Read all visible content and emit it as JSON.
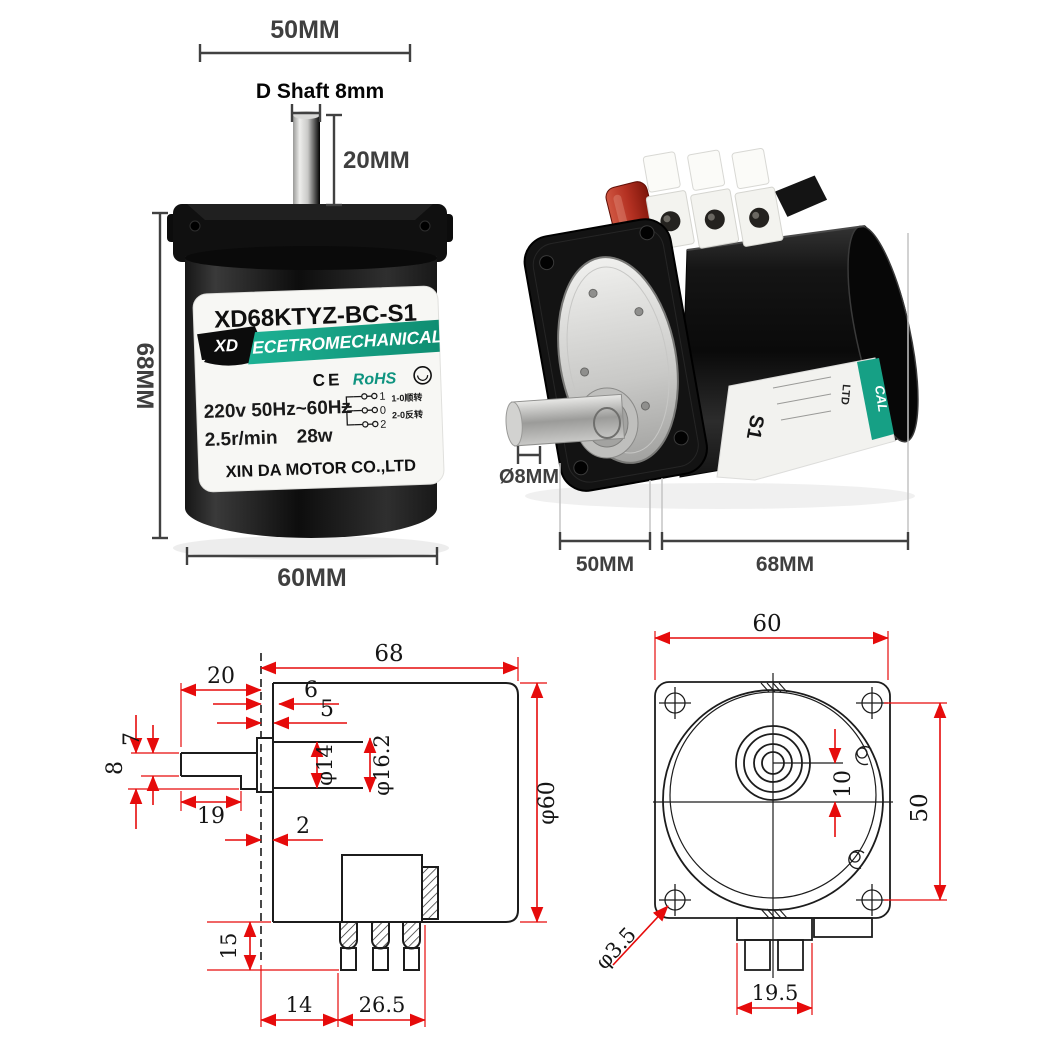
{
  "colors": {
    "dim_red": "#e60b0b",
    "drawing_line": "#1c1c1c",
    "photo_dim_gray": "#3f3f3f",
    "brand_teal": "#16a085",
    "label_bg": "#f7f7f4",
    "capacitor_red": "#b43122"
  },
  "front_view_photo": {
    "dim_top_width": "50MM",
    "shaft_note": "D Shaft 8mm",
    "dim_shaft_length": "20MM",
    "dim_body_height": "68MM",
    "dim_body_width": "60MM",
    "label": {
      "model": "XD68KTYZ-BC-S1",
      "logo": "XD",
      "banner": "ECETROMECHANICAL",
      "ce_mark": "CE",
      "rohs_mark": "RoHS",
      "spec_voltage": "220v 50Hz~60Hz",
      "spec_speed": "2.5r/min",
      "spec_power": "28w",
      "terminal_top": "1",
      "terminal_mid": "0",
      "terminal_bottom": "2",
      "wiring_note_cw": "1-0顺转",
      "wiring_note_ccw": "2-0反转",
      "company": "XIN DA MOTOR CO.,LTD"
    }
  },
  "side_view_photo": {
    "dim_shaft_diameter": "Ø8MM",
    "dim_gearbox_length": "50MM",
    "dim_body_length": "68MM",
    "label_fragments": {
      "model": "S1",
      "banner": "CAL",
      "company": "LTD"
    }
  },
  "side_drawing": {
    "dim_body_length": "68",
    "dim_shaft_extension": "20",
    "dim_step_outer": "6",
    "dim_step_inner": "5",
    "dim_shaft_flat": "7",
    "dim_shaft_diameter": "8",
    "dim_flat_length": "19",
    "dim_hub_diameter": "φ14",
    "dim_boss_diameter": "φ16.2",
    "dim_body_diameter": "φ60",
    "dim_mount_face": "2",
    "dim_pin_length": "15",
    "dim_pin_offset": "14",
    "dim_pin_span": "26.5"
  },
  "front_drawing": {
    "dim_flange_width": "60",
    "dim_shaft_offset": "10",
    "dim_hole_spacing": "50",
    "dim_hole_diameter": "φ3.5",
    "dim_tab_width": "19.5"
  }
}
